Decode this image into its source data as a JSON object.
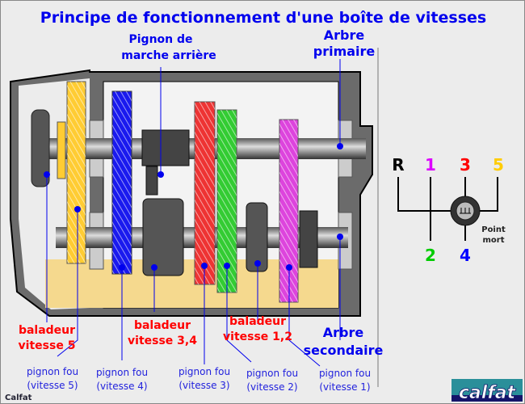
{
  "title": "Principe de fonctionnement d'une boîte de vitesses",
  "labels": {
    "reverse_gear_1": "Pignon de",
    "reverse_gear_2": "marche arrière",
    "primary_1": "Arbre",
    "primary_2": "primaire",
    "secondary_1": "Arbre",
    "secondary_2": "secondaire",
    "bal5_1": "baladeur",
    "bal5_2": "vitesse 5",
    "bal34_1": "baladeur",
    "bal34_2": "vitesse 3,4",
    "bal12_1": "baladeur",
    "bal12_2": "vitesse 1,2",
    "fou": [
      {
        "l1": "pignon fou",
        "l2": "(vitesse 5)"
      },
      {
        "l1": "pignon fou",
        "l2": "(vitesse 4)"
      },
      {
        "l1": "pignon fou",
        "l2": "(vitesse 3)"
      },
      {
        "l1": "pignon fou",
        "l2": "(vitesse 2)"
      },
      {
        "l1": "pignon fou",
        "l2": "(vitesse 1)"
      }
    ]
  },
  "shifter": {
    "gears": [
      {
        "label": "R",
        "color": "#000000"
      },
      {
        "label": "1",
        "color": "#dd00ff"
      },
      {
        "label": "3",
        "color": "#ff0000"
      },
      {
        "label": "5",
        "color": "#ffcc00"
      },
      {
        "label": "2",
        "color": "#00cc00"
      },
      {
        "label": "4",
        "color": "#0000ff"
      }
    ],
    "neutral_1": "Point",
    "neutral_2": "mort"
  },
  "footer": {
    "credit": "Calfat",
    "logo": "calfat"
  }
}
